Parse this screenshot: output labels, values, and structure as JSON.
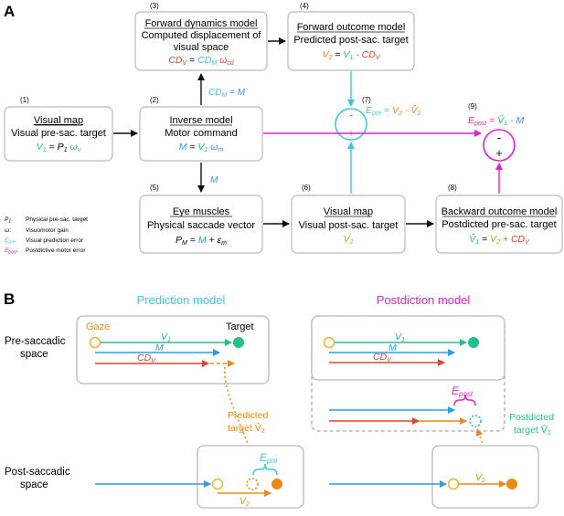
{
  "colors": {
    "black": "#111111",
    "cyan": "#38c8e6",
    "blue": "#2a9de0",
    "green": "#22c08a",
    "red": "#e0452a",
    "orange": "#ee8a14",
    "magenta": "#e61fc8",
    "box_border": "#b9b9b9",
    "dashed_border": "#a8a8a8"
  },
  "panel_a": {
    "label": "A",
    "box1": {
      "number": "(1)",
      "title": "Visual map",
      "line2": "Visual pre-sac. target",
      "eq_lhs": "V",
      "eq_lhs_sub": "1",
      "eq_mid": " = ",
      "eq_rhs": "P",
      "eq_rhs_sub": "1",
      "eq_tail": " ω",
      "eq_tail_sub": "v"
    },
    "box2": {
      "number": "(2)",
      "title": "Inverse model",
      "line2": "Motor command",
      "eq_lhs": "M",
      "eq_mid": " = ",
      "eq_rhs": "V",
      "eq_rhs_sub": "1",
      "eq_tail": " ω",
      "eq_tail_sub": "m"
    },
    "box3": {
      "number": "(3)",
      "title": "Forward dynamics model",
      "line2": "Computed displacement of",
      "line3": "visual space",
      "eq_lhs": "CD",
      "eq_lhs_sub": "V",
      "eq_mid": " = ",
      "eq_rhs": "CD",
      "eq_rhs_sub": "M",
      "eq_tail": " ω",
      "eq_tail_sub": "cd"
    },
    "box4": {
      "number": "(4)",
      "title": "Forward outcome model",
      "line2": "Predicted post-sac. target",
      "eq_lhs": "V",
      "eq_lhs_sub": "2",
      "eq_mid": " = ",
      "eq_rhs": "V",
      "eq_rhs_sub": "1",
      "eq_tail": " - CD",
      "eq_tail_sub": "V"
    },
    "box5": {
      "number": "(5)",
      "title": "Eye muscles",
      "line2": "Physical saccade vector",
      "eq_lhs": "P",
      "eq_lhs_sub": "M",
      "eq_mid": " = ",
      "eq_rhs": "M",
      "eq_tail": " + ε",
      "eq_tail_sub": "m"
    },
    "box6": {
      "number": "(6)",
      "title": "Visual map",
      "line2": "Visual post-sac. target",
      "eq_lhs": "V",
      "eq_lhs_sub": "2"
    },
    "box8": {
      "number": "(8)",
      "title": "Backward outcome model",
      "line2": "Postdicted pre-sac. target",
      "eq_lhs": "V̂",
      "eq_lhs_sub": "1",
      "eq_mid": " = ",
      "eq_rhs": "V",
      "eq_rhs_sub": "2",
      "eq_tail": " + CD",
      "eq_tail_sub": "V"
    },
    "node7": {
      "number": "(7)",
      "minus": "-",
      "plus": "+",
      "eq_lhs": "E",
      "eq_lhs_sub": "pre",
      "eq_mid": " = ",
      "eq_rhs": "V",
      "eq_rhs_sub": "2",
      "eq_tail": " - V̂",
      "eq_tail_sub": "2"
    },
    "node9": {
      "number": "(9)",
      "minus": "-",
      "plus": "+",
      "eq_lhs": "E",
      "eq_lhs_sub": "post",
      "eq_mid": " = ",
      "eq_rhs": "V̂",
      "eq_rhs_sub": "1",
      "eq_tail": " - M"
    },
    "arrow_label_cdm": "CD",
    "arrow_label_cdm_sub": "M",
    "arrow_label_cdm_tail": " = M",
    "arrow_label_m": "M",
    "legend": [
      {
        "sym": "P",
        "sub": "1",
        "colon": ":",
        "text": "Physical pre-sac. target"
      },
      {
        "sym": "ω",
        "sub": "",
        "colon": ":",
        "text": "Visuomotor gain"
      },
      {
        "sym": "E",
        "sub": "pre",
        "colon": ":",
        "text": "Visual prediction error"
      },
      {
        "sym": "E",
        "sub": "post",
        "colon": ":",
        "text": "Postdictive motor error"
      }
    ]
  },
  "panel_b": {
    "label": "B",
    "prediction_title": "Prediction model",
    "postdiction_title": "Postdiction model",
    "pre_space_label_1": "Pre-saccadic",
    "pre_space_label_2": "space",
    "post_space_label_1": "Post-saccadic",
    "post_space_label_2": "space",
    "gaze": "Gaze",
    "target": "Target",
    "v1": "V",
    "v1_sub": "1",
    "m": "M",
    "cdv": "CD",
    "cdv_sub": "V",
    "predicted_1": "Predicted",
    "predicted_2": "target V̂",
    "predicted_sub": "2",
    "postdicted_1": "Postdicted",
    "postdicted_2": "target V̂",
    "postdicted_sub": "1",
    "epre": "E",
    "epre_sub": "pre",
    "epost": "E",
    "epost_sub": "post",
    "v2": "V",
    "v2_sub": "2"
  }
}
